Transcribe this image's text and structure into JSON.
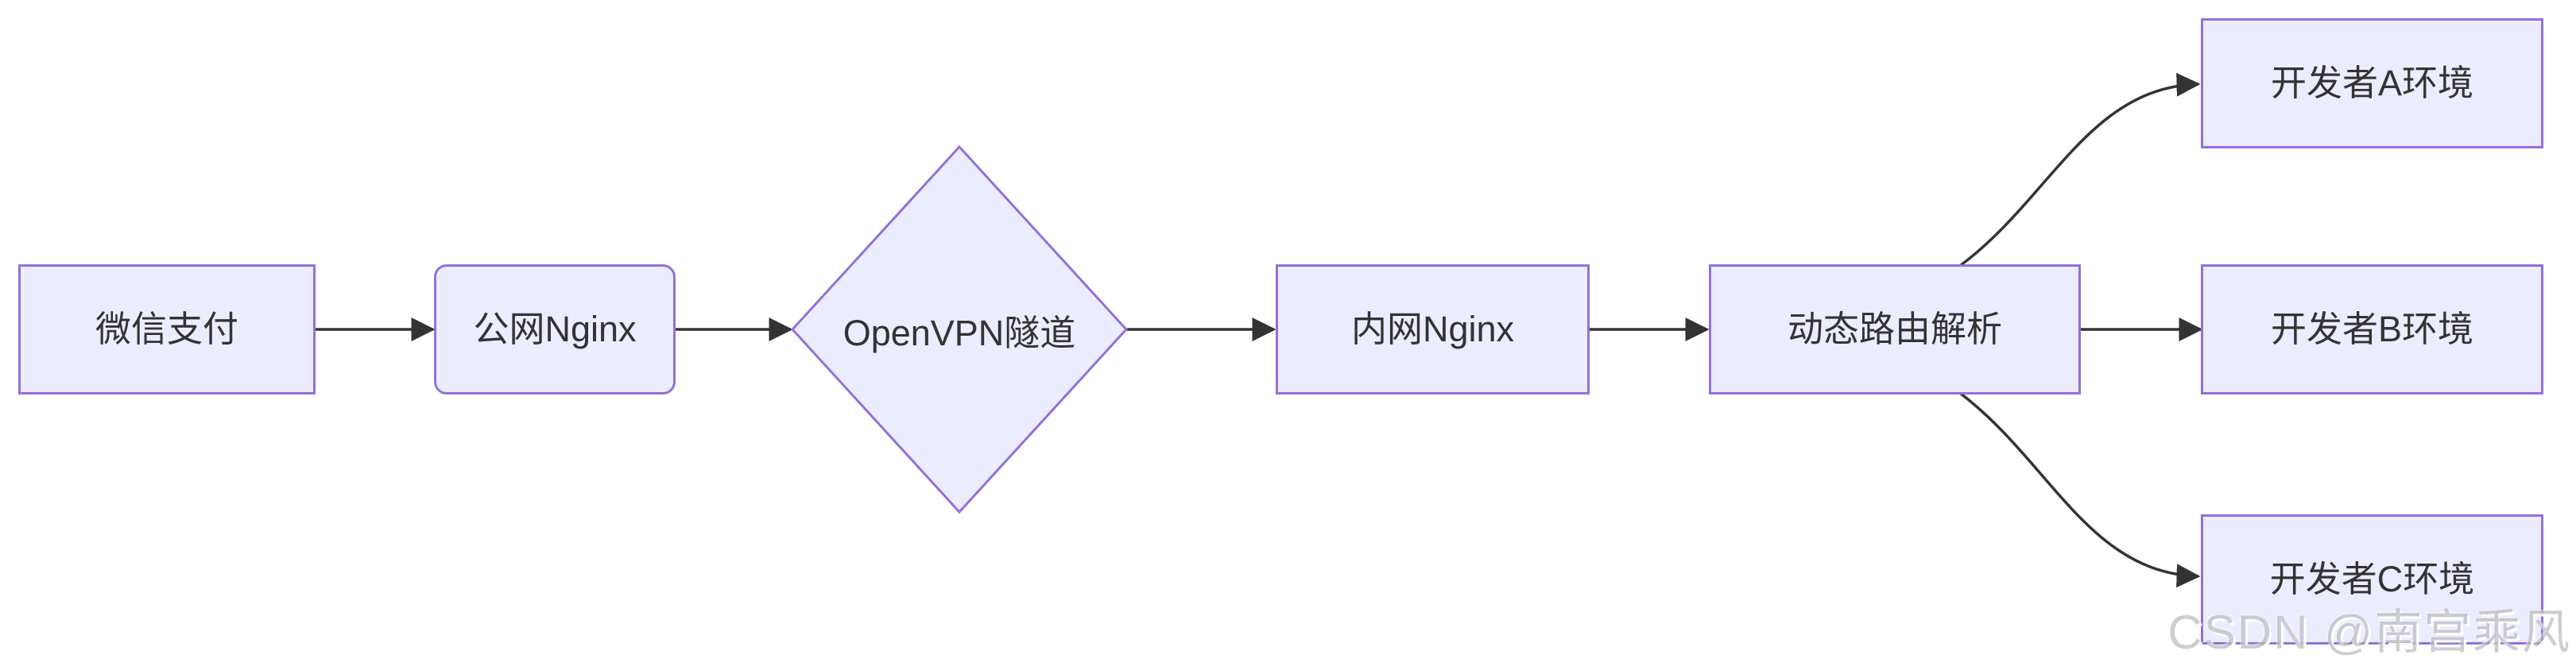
{
  "diagram": {
    "type": "flowchart",
    "direction": "left-to-right",
    "nodes": [
      {
        "id": "wechat-pay",
        "label": "微信支付",
        "shape": "rectangle"
      },
      {
        "id": "public-nginx",
        "label": "公网Nginx",
        "shape": "rounded-rectangle"
      },
      {
        "id": "openvpn-tunnel",
        "label": "OpenVPN隧道",
        "shape": "diamond"
      },
      {
        "id": "internal-nginx",
        "label": "内网Nginx",
        "shape": "rectangle"
      },
      {
        "id": "dynamic-routing",
        "label": "动态路由解析",
        "shape": "rectangle"
      },
      {
        "id": "dev-env-a",
        "label": "开发者A环境",
        "shape": "rectangle"
      },
      {
        "id": "dev-env-b",
        "label": "开发者B环境",
        "shape": "rectangle"
      },
      {
        "id": "dev-env-c",
        "label": "开发者C环境",
        "shape": "rectangle"
      }
    ],
    "edges": [
      {
        "from": "wechat-pay",
        "to": "public-nginx"
      },
      {
        "from": "public-nginx",
        "to": "openvpn-tunnel"
      },
      {
        "from": "openvpn-tunnel",
        "to": "internal-nginx"
      },
      {
        "from": "internal-nginx",
        "to": "dynamic-routing"
      },
      {
        "from": "dynamic-routing",
        "to": "dev-env-a"
      },
      {
        "from": "dynamic-routing",
        "to": "dev-env-b"
      },
      {
        "from": "dynamic-routing",
        "to": "dev-env-c"
      }
    ],
    "colors": {
      "node_fill": "#ECECFF",
      "node_border": "#9370DB",
      "edge_line": "#333333",
      "node_text": "#333333",
      "background": "#FFFFFF"
    }
  },
  "watermark": {
    "text": "CSDN @南宫乘风"
  }
}
